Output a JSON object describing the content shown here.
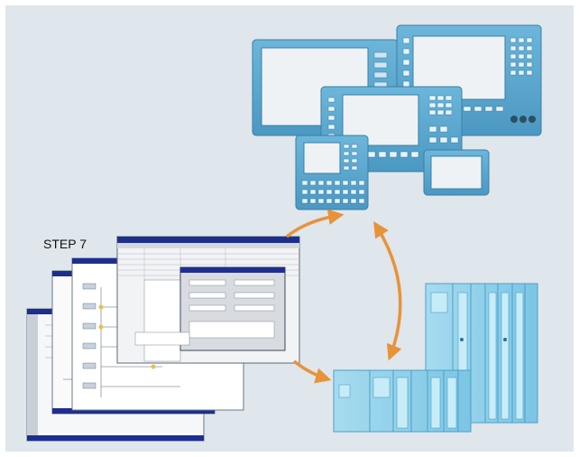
{
  "diagram": {
    "label": "STEP 7",
    "colors": {
      "background": "#dfe6ec",
      "panel_frame": "#5aa8cf",
      "panel_screen": "#eef2f4",
      "arrow": "#e8923a",
      "plc": "#8fd0ea"
    },
    "components": {
      "software": "software-windows-stack",
      "hmi": "hmi-operator-panels",
      "plc": "plc-controllers"
    }
  }
}
